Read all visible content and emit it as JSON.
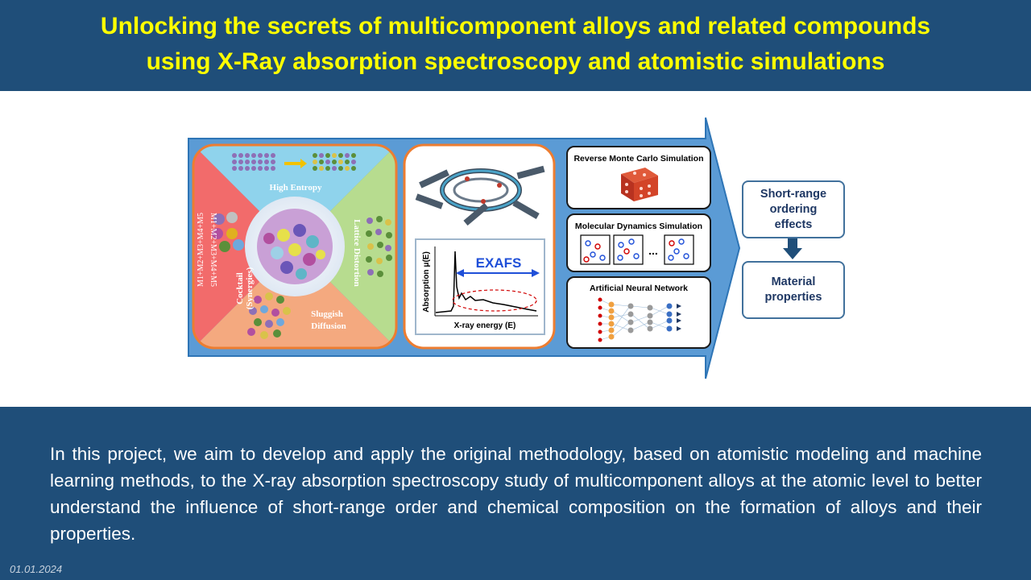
{
  "header": {
    "title_line1": "Unlocking the secrets of multicomponent alloys and related compounds",
    "title_line2": "using X-Ray absorption spectroscopy and atomistic simulations"
  },
  "figure": {
    "hea_panel": {
      "high_entropy": "High Entropy",
      "lattice_distortion": "Lattice Distortion",
      "sluggish_diffusion_1": "Sluggish",
      "sluggish_diffusion_2": "Diffusion",
      "cocktail_1": "Cocktail",
      "cocktail_2": "(Synergies)",
      "formula_1": "M1+M2+M3+M4+M5",
      "formula_2": "M1+M2+M3+M4+M5"
    },
    "xas_panel": {
      "exafs_label": "EXAFS",
      "ylabel": "Absorption μ(E)",
      "xlabel": "X-ray energy (E)"
    },
    "simulations": {
      "rmc": "Reverse Monte Carlo Simulation",
      "md": "Molecular Dynamics Simulation",
      "md_ellipsis": "...",
      "ann": "Artificial Neural Network"
    },
    "outputs": {
      "sro": "Short-range ordering effects",
      "material": "Material properties"
    }
  },
  "footer": {
    "description": "In this project, we aim to develop and apply the original methodology, based on atomistic modeling and machine learning methods, to the X-ray absorption spectroscopy study of multicomponent alloys at the atomic level to better understand the influence of short-range order and chemical composition on the formation of alloys and their properties.",
    "date": "01.01.2024"
  },
  "colors": {
    "header_bg": "#1f4e79",
    "title_text": "#ffff00",
    "arrow_fill": "#5b9bd5",
    "panel_border": "#ed7d31",
    "output_border": "#41719c"
  }
}
